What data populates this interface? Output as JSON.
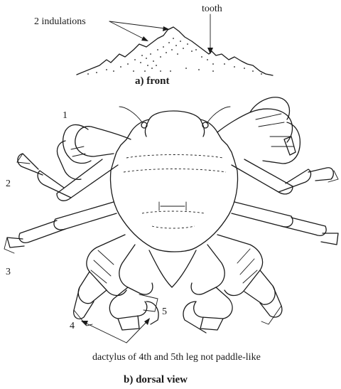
{
  "front_view": {
    "label_undulations": "2 indulations",
    "label_tooth": "tooth",
    "caption": "a)  front"
  },
  "dorsal_view": {
    "legs": [
      "1",
      "2",
      "3",
      "4",
      "5"
    ],
    "dactylus_note": "dactylus of 4th and 5th leg not paddle-like",
    "caption": "b) dorsal view"
  }
}
